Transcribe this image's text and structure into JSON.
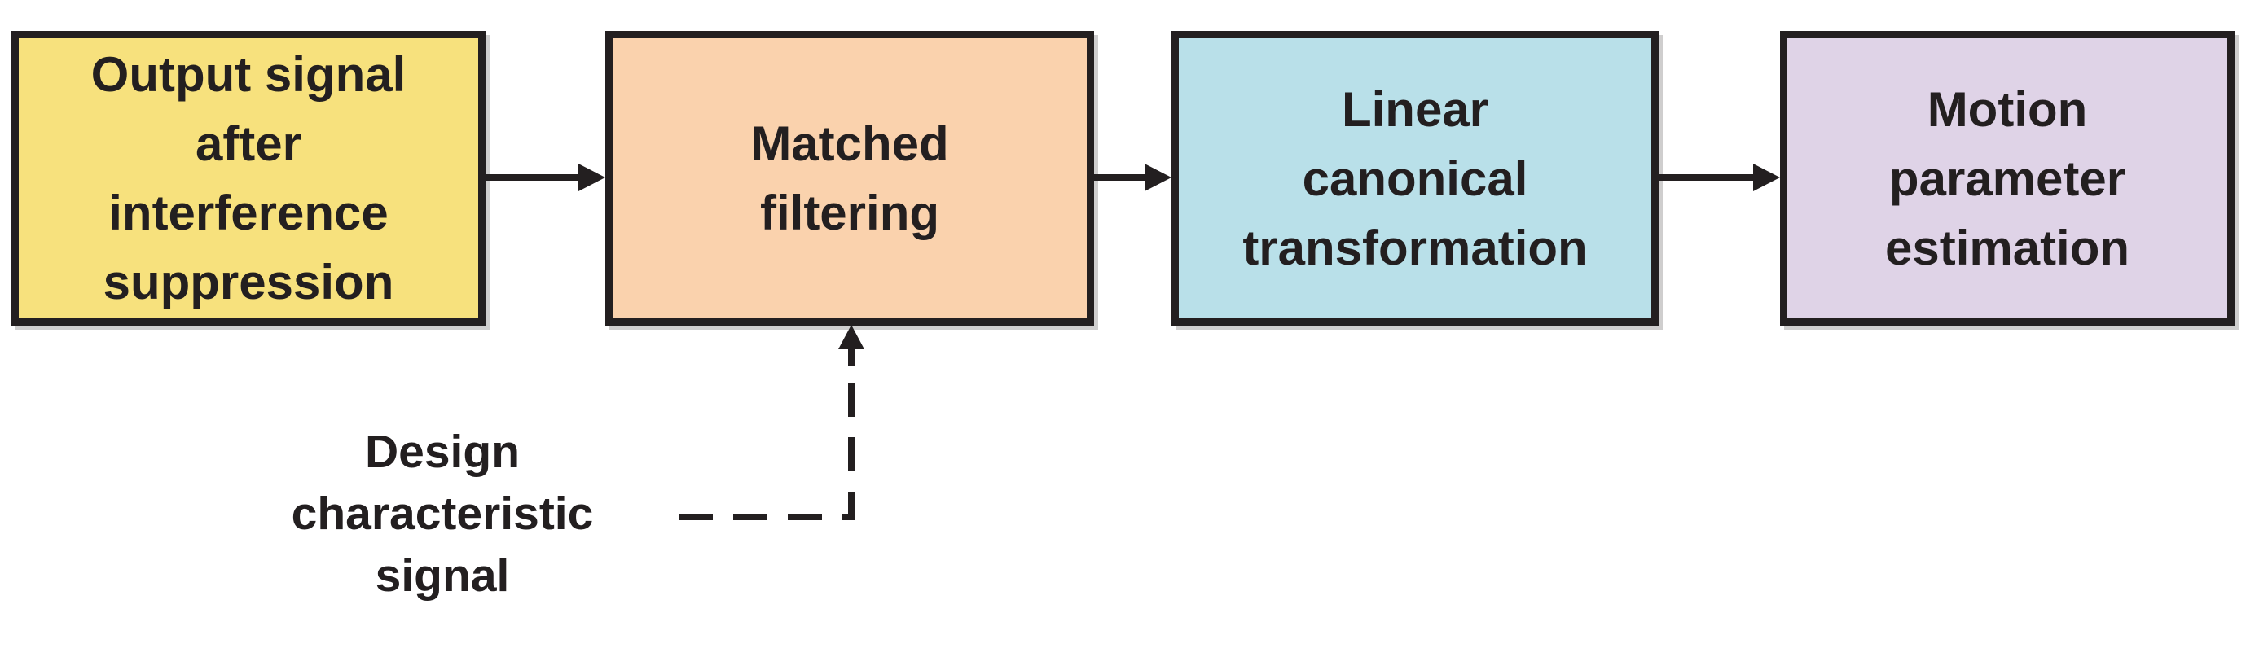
{
  "diagram": {
    "title": "signal processing flowchart",
    "colors": {
      "background": "#ffffff",
      "line": "#231f20",
      "box_border": "#231f20",
      "box1_fill": "#f7e17d",
      "box2_fill": "#fad2ad",
      "box3_fill": "#b9e0e9",
      "box4_fill": "#dfd3e7"
    },
    "boxes": [
      {
        "id": "output-signal-after-interference-suppression",
        "label": "Output signal\nafter\ninterference\nsuppression",
        "fill": "#f7e17d"
      },
      {
        "id": "matched-filtering",
        "label": "Matched\nfiltering",
        "fill": "#fad2ad"
      },
      {
        "id": "linear-canonical-transformation",
        "label": "Linear\ncanonical\ntransformation",
        "fill": "#b9e0e9"
      },
      {
        "id": "motion-parameter-estimation",
        "label": "Motion\nparameter\nestimation",
        "fill": "#dfd3e7"
      }
    ],
    "floating_label": "Design\ncharacteristic\nsignal",
    "connections": [
      {
        "from": "output-signal-after-interference-suppression",
        "to": "matched-filtering",
        "style": "solid-arrow"
      },
      {
        "from": "matched-filtering",
        "to": "linear-canonical-transformation",
        "style": "solid-arrow"
      },
      {
        "from": "linear-canonical-transformation",
        "to": "motion-parameter-estimation",
        "style": "solid-arrow"
      },
      {
        "from": "design-characteristic-signal-label",
        "to": "matched-filtering",
        "style": "dashed-arrow"
      }
    ]
  }
}
